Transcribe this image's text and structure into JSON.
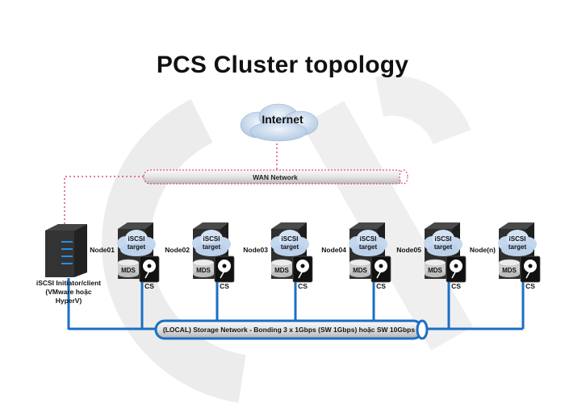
{
  "title": "PCS Cluster topology",
  "internet": {
    "label": "Internet"
  },
  "wan": {
    "label": "WAN Network"
  },
  "client": {
    "lines": [
      "iSCSI Initiator/client",
      "(VMware hoặc",
      "HyperV)"
    ]
  },
  "nodes": [
    {
      "name": "Node01",
      "cloud_lines": [
        "iSCSI",
        "target"
      ],
      "mds": "MDS",
      "cs": "CS"
    },
    {
      "name": "Node02",
      "cloud_lines": [
        "iSCSI",
        "target"
      ],
      "mds": "MDS",
      "cs": "CS"
    },
    {
      "name": "Node03",
      "cloud_lines": [
        "iSCSI",
        "target"
      ],
      "mds": "MDS",
      "cs": "CS"
    },
    {
      "name": "Node04",
      "cloud_lines": [
        "iSCSI",
        "target"
      ],
      "mds": "MDS",
      "cs": "CS"
    },
    {
      "name": "Node05",
      "cloud_lines": [
        "iSCSI",
        "target"
      ],
      "mds": "MDS",
      "cs": "CS"
    },
    {
      "name": "Node(n)",
      "cloud_lines": [
        "iSCSI",
        "target"
      ],
      "mds": "MDS",
      "cs": "CS"
    }
  ],
  "local": {
    "label": "(LOCAL) Storage Network - Bonding 3 x 1Gbps (SW 1Gbps) hoặc SW 10Gbps"
  },
  "colors": {
    "storage_link": "#1a6fc4",
    "wan_dotted": "#e0506e",
    "server_body": "#2b2b2b",
    "cloud": "#c7d9ee"
  }
}
